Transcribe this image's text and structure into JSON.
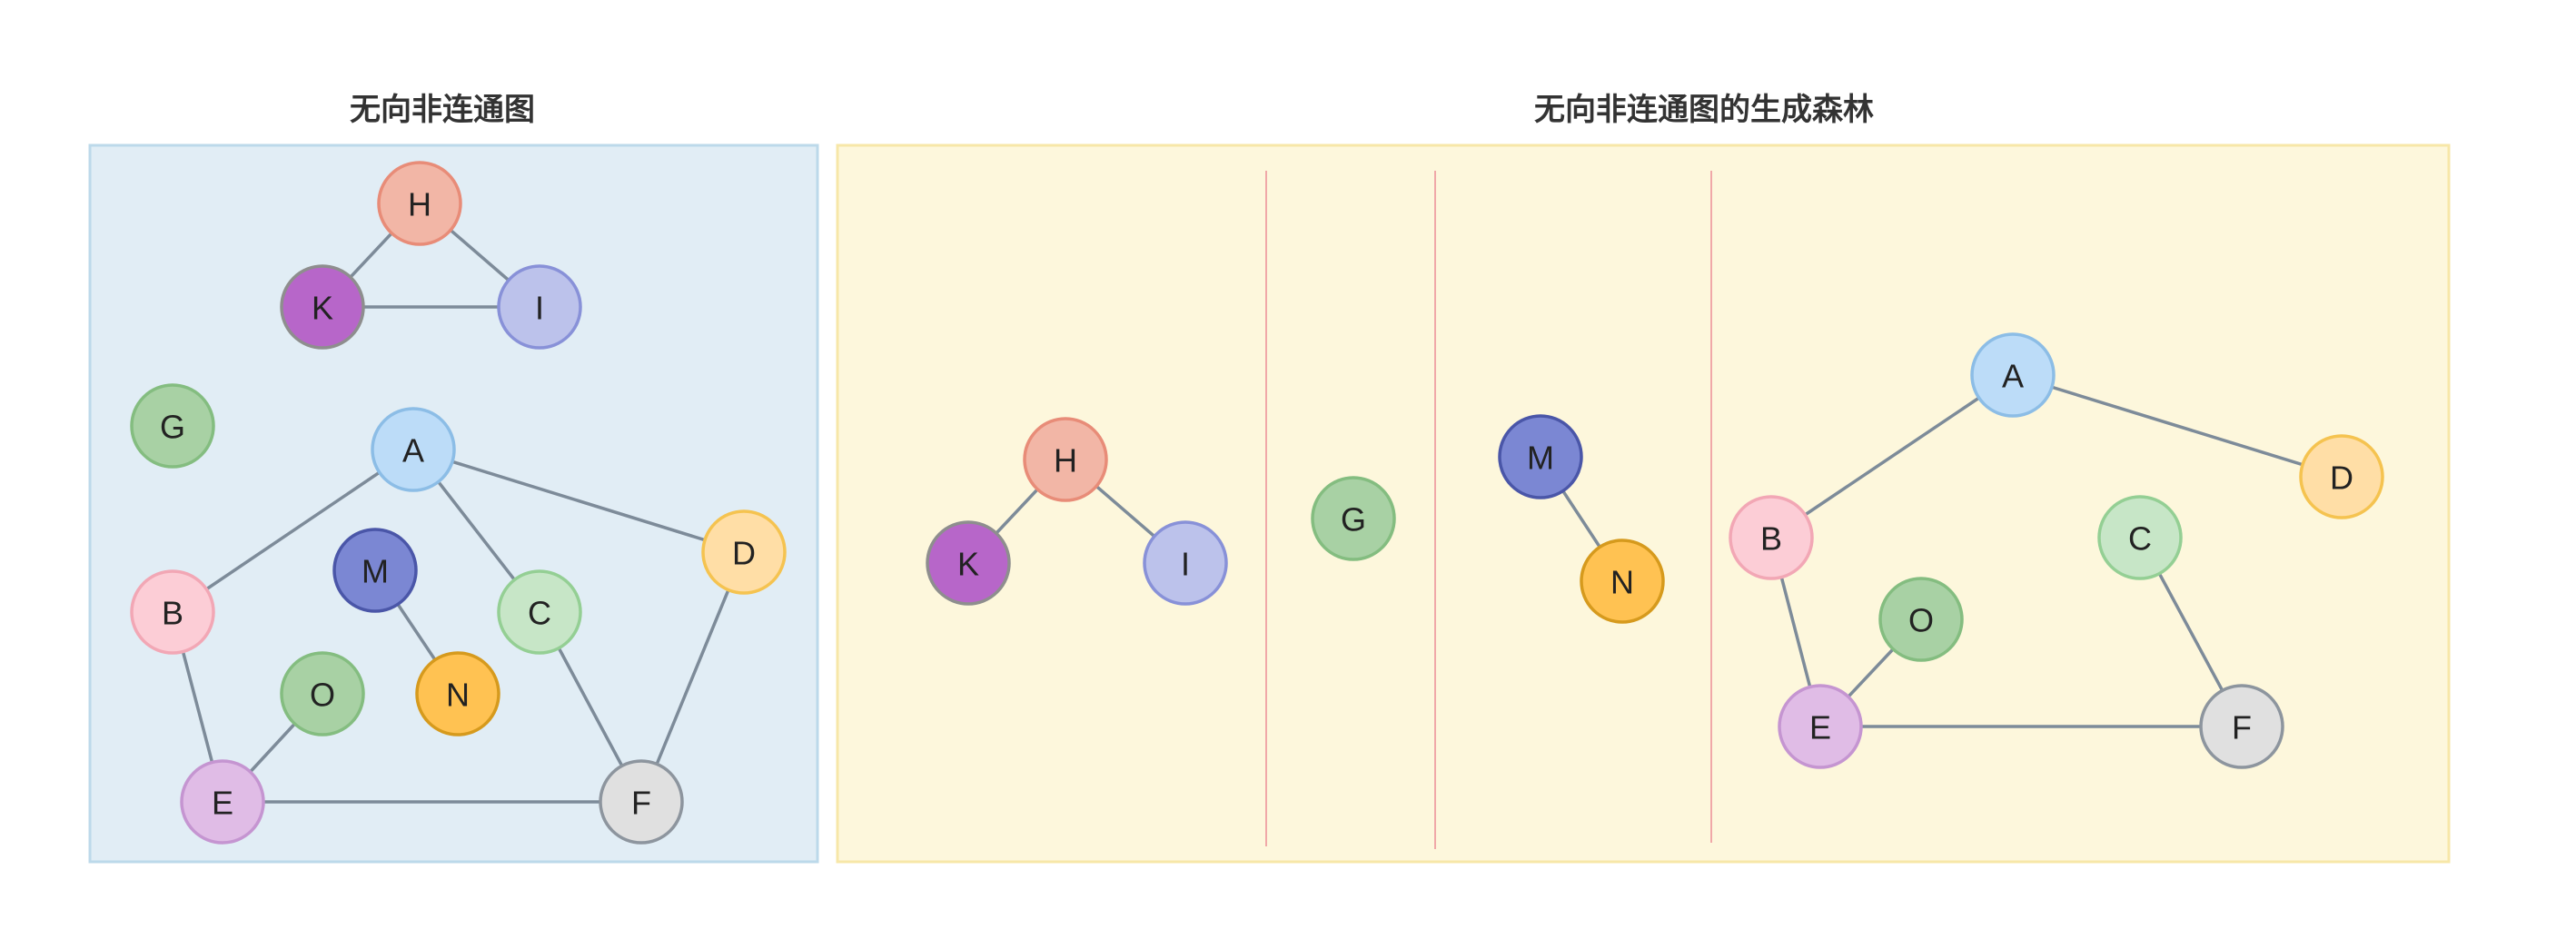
{
  "titles": {
    "left": "无向非连通图",
    "right": "无向非连通图的生成森林"
  },
  "colors": {
    "left_panel_fill": "#e1edf5",
    "left_panel_stroke": "#bcd9ea",
    "right_panel_fill": "#fdf7dc",
    "right_panel_stroke": "#f7e7a8",
    "separator": "#f0a8a8",
    "edge": "#7d8b99"
  },
  "node_styles": {
    "A": {
      "fill": "#bcdcf8",
      "stroke": "#8cbde6",
      "text": "#222222"
    },
    "B": {
      "fill": "#fccdd6",
      "stroke": "#f2a7b5",
      "text": "#222222"
    },
    "C": {
      "fill": "#c7e6c7",
      "stroke": "#94cf94",
      "text": "#222222"
    },
    "D": {
      "fill": "#ffdea6",
      "stroke": "#f5c350",
      "text": "#222222"
    },
    "E": {
      "fill": "#e0bce6",
      "stroke": "#c595d1",
      "text": "#222222"
    },
    "F": {
      "fill": "#e0e0e0",
      "stroke": "#8d959e",
      "text": "#222222"
    },
    "G": {
      "fill": "#a8d1a4",
      "stroke": "#84bd80",
      "text": "#222222"
    },
    "H": {
      "fill": "#f2b6a6",
      "stroke": "#e88c78",
      "text": "#222222"
    },
    "I": {
      "fill": "#bcc2eb",
      "stroke": "#8891d8",
      "text": "#222222"
    },
    "K": {
      "fill": "#b766c9",
      "stroke": "#8e8e8e",
      "text": "#ffffff"
    },
    "M": {
      "fill": "#7b87d3",
      "stroke": "#4a56a8",
      "text": "#ffffff"
    },
    "N": {
      "fill": "#ffc252",
      "stroke": "#d69a1d",
      "text": "#ffffff"
    },
    "O": {
      "fill": "#a8d1a4",
      "stroke": "#84bd80",
      "text": "#222222"
    }
  },
  "graph": {
    "nodes": [
      "H",
      "K",
      "I",
      "G",
      "A",
      "B",
      "M",
      "C",
      "D",
      "O",
      "N",
      "E",
      "F"
    ],
    "edges": [
      [
        "H",
        "K"
      ],
      [
        "H",
        "I"
      ],
      [
        "K",
        "I"
      ],
      [
        "A",
        "B"
      ],
      [
        "A",
        "C"
      ],
      [
        "A",
        "D"
      ],
      [
        "M",
        "N"
      ],
      [
        "B",
        "E"
      ],
      [
        "O",
        "E"
      ],
      [
        "C",
        "F"
      ],
      [
        "D",
        "F"
      ],
      [
        "E",
        "F"
      ]
    ]
  },
  "forest": {
    "trees": [
      {
        "nodes": [
          "H",
          "K",
          "I"
        ],
        "edges": [
          [
            "H",
            "K"
          ],
          [
            "H",
            "I"
          ]
        ]
      },
      {
        "nodes": [
          "G"
        ],
        "edges": []
      },
      {
        "nodes": [
          "M",
          "N"
        ],
        "edges": [
          [
            "M",
            "N"
          ]
        ]
      },
      {
        "nodes": [
          "A",
          "B",
          "C",
          "D",
          "O",
          "E",
          "F"
        ],
        "edges": [
          [
            "A",
            "B"
          ],
          [
            "A",
            "D"
          ],
          [
            "B",
            "E"
          ],
          [
            "O",
            "E"
          ],
          [
            "E",
            "F"
          ],
          [
            "C",
            "F"
          ]
        ]
      }
    ]
  }
}
